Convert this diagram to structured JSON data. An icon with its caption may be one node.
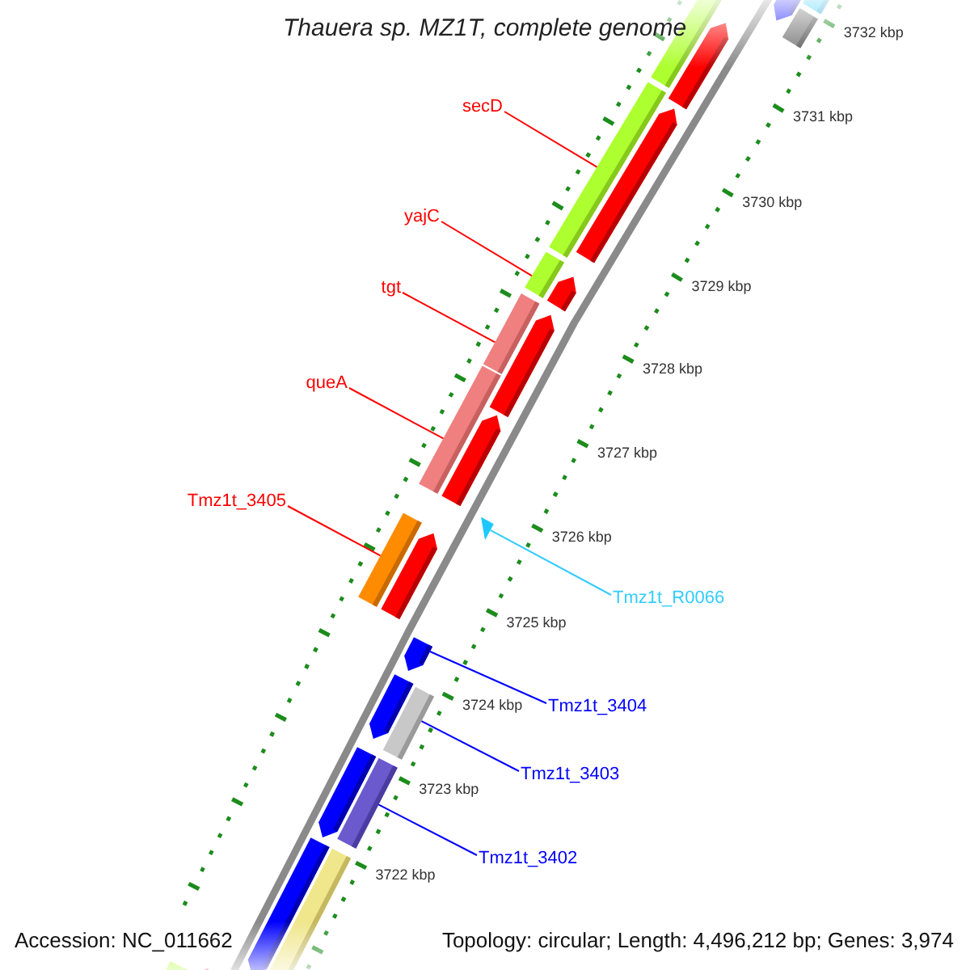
{
  "diagram": {
    "title": "Thauera sp. MZ1T, complete genome",
    "nodes": [
      {
        "text": [
          "secD"
        ]
      },
      {
        "text": [
          "yajC"
        ]
      },
      {
        "text": [
          "tgt"
        ]
      },
      {
        "text": [
          "queA"
        ]
      },
      {
        "text": [
          "Tmz1t_3405"
        ]
      },
      {
        "text": [
          "Tmz1t_R0066"
        ]
      },
      {
        "text": [
          "Tmz1t_3404"
        ]
      },
      {
        "text": [
          "Tmz1t_3403"
        ]
      },
      {
        "text": [
          "Tmz1t_3402"
        ]
      },
      {
        "text": [],
        "shape": "bar"
      },
      {
        "text": [],
        "shape": "bar"
      },
      {
        "text": [],
        "shape": "bar"
      },
      {
        "text": [],
        "shape": "bar"
      },
      {
        "text": [],
        "shape": "bar"
      },
      {
        "text": [],
        "shape": "triangle"
      },
      {
        "text": [],
        "shape": "arrow"
      },
      {
        "text": [],
        "shape": "bar"
      },
      {
        "text": [],
        "shape": "bar"
      }
    ],
    "edges": [
      {
        "from": 0,
        "to": 9,
        "arrow": "none"
      },
      {
        "from": 1,
        "to": 10,
        "arrow": "none"
      },
      {
        "from": 2,
        "to": 11,
        "arrow": "none"
      },
      {
        "from": 3,
        "to": 12,
        "arrow": "none"
      },
      {
        "from": 4,
        "to": 13,
        "arrow": "none"
      },
      {
        "from": 5,
        "to": 14,
        "arrow": "none",
        "color": "#33ccff"
      },
      {
        "from": 6,
        "to": 15,
        "arrow": "none",
        "color": "#0000ff"
      },
      {
        "from": 7,
        "to": 16,
        "arrow": "none",
        "color": "#0000ff"
      },
      {
        "from": 8,
        "to": 17,
        "arrow": "none",
        "color": "#0000ff"
      }
    ],
    "labels": [
      "3732 kbp",
      "3731 kbp",
      "3730 kbp",
      "3729 kbp",
      "3728 kbp",
      "3727 kbp",
      "3726 kbp",
      "3725 kbp",
      "3724 kbp",
      "3723 kbp",
      "3722 kbp",
      "Accession: NC_011662",
      "Topology: circular; Length: 4,496,212 bp; Genes: 3,974"
    ]
  }
}
